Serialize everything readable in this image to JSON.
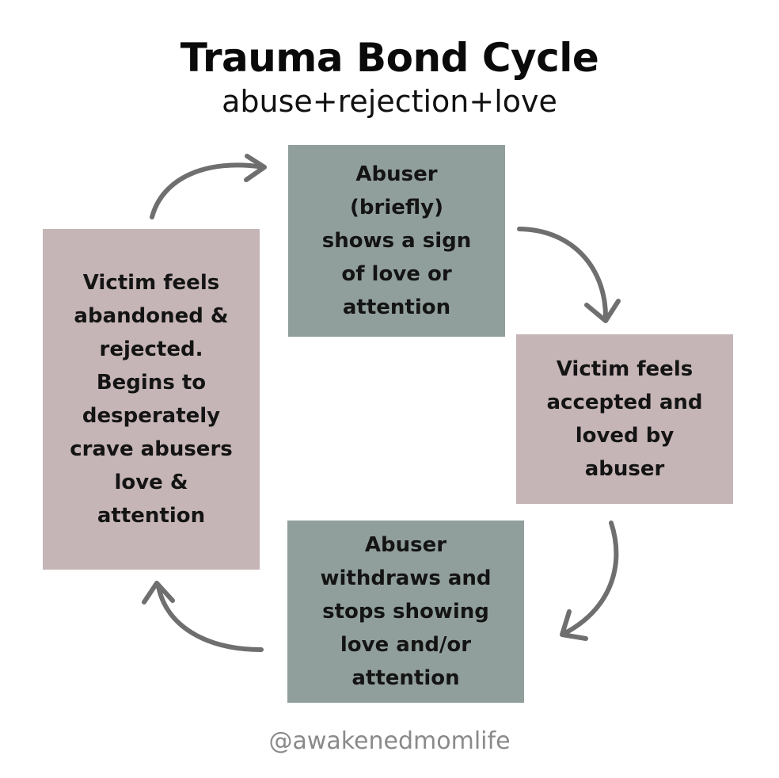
{
  "header": {
    "title": "Trauma Bond Cycle",
    "subtitle": "abuse+rejection+love"
  },
  "colors": {
    "abuser_box": "#919f9c",
    "victim_box": "#c6b5b6",
    "arrow": "#6f6f6f"
  },
  "cycle": {
    "abuser_love": "Abuser\n(briefly)\nshows a sign\nof love or\nattention",
    "victim_accepted": "Victim feels\naccepted and\nloved by\nabuser",
    "abuser_withdraws": "Abuser\nwithdraws and\nstops showing\nlove and/or\nattention",
    "victim_abandoned": "Victim feels\nabandoned &\nrejected.\nBegins to\ndesperately\ncrave abusers\nlove &\nattention"
  },
  "footer": {
    "handle": "@awakenedmomlife"
  }
}
